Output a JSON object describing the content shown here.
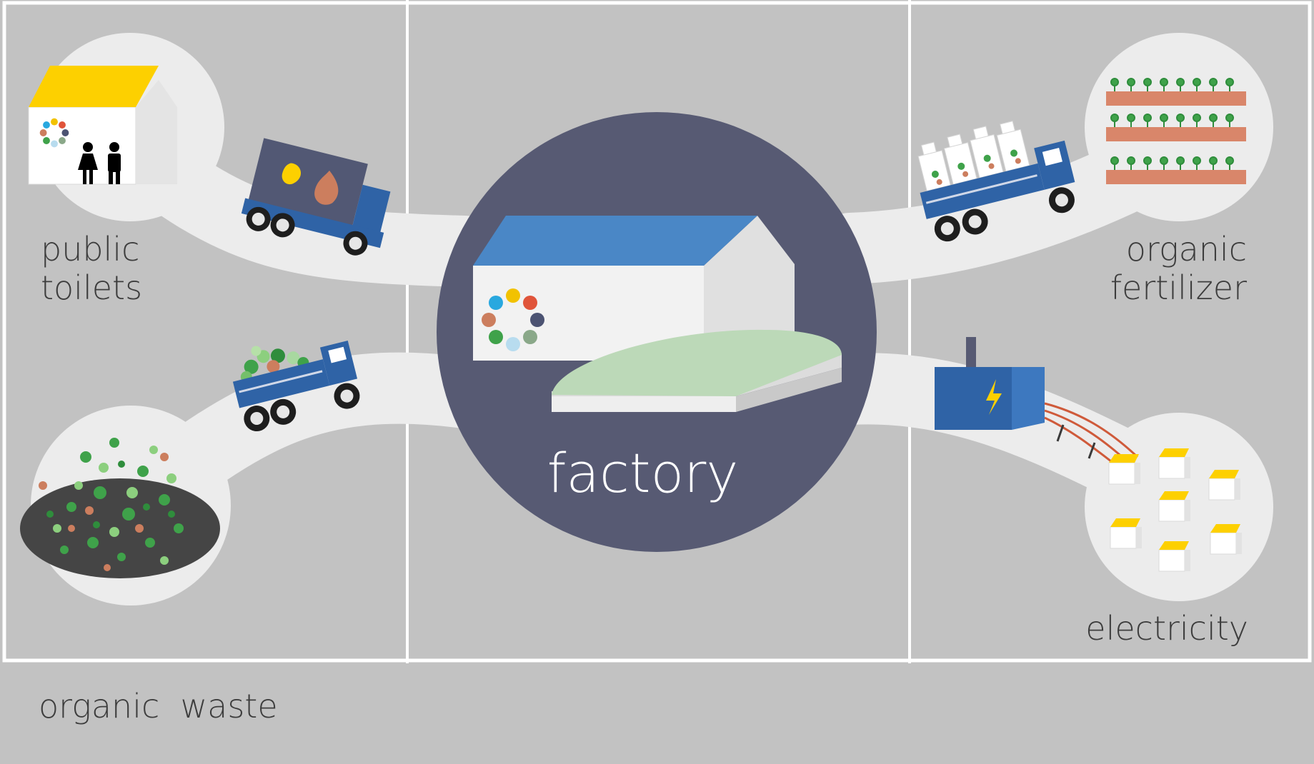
{
  "diagram": {
    "sources": [
      {
        "id": "public-toilets",
        "label_lines": [
          "public",
          "toilets"
        ]
      },
      {
        "id": "organic-waste",
        "label_lines": [
          "organic  waste"
        ]
      }
    ],
    "hub": {
      "label": "factory"
    },
    "outputs": [
      {
        "id": "organic-fertilizer",
        "label_lines": [
          "organic",
          "fertilizer"
        ]
      },
      {
        "id": "electricity",
        "label_lines": [
          "electricity"
        ]
      }
    ]
  },
  "colors": {
    "background": "#c2c2c2",
    "path": "#ececec",
    "hub": "#575a73",
    "truck": "#2f63a6",
    "roof_yellow": "#fdd000",
    "roof_blue": "#4a87c6",
    "soil": "#d9866a",
    "digester": "#bcd9b8",
    "label": "#3d3d3d"
  },
  "logo_petal_colors": [
    "#f2c200",
    "#e0543a",
    "#4c5372",
    "#8aa889",
    "#b8dcef",
    "#3fa24a",
    "#cc7e5e",
    "#29a8df"
  ]
}
